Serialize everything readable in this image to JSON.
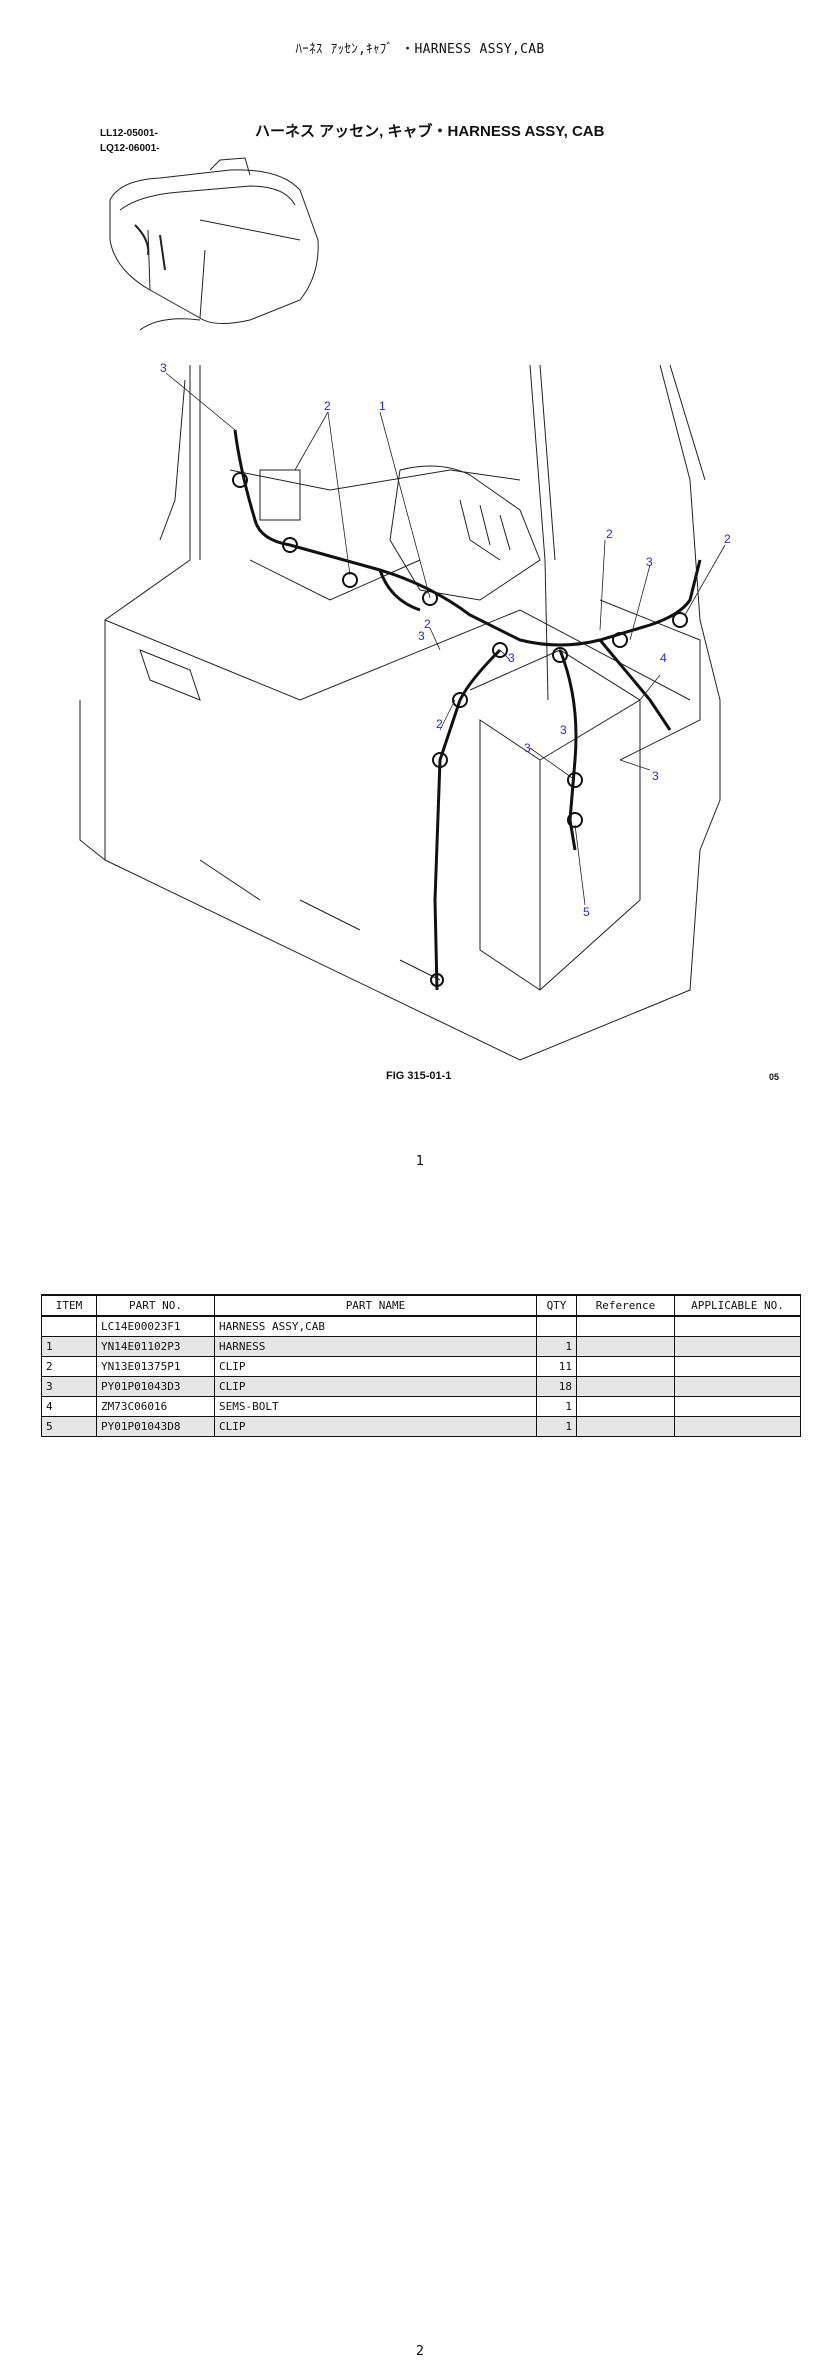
{
  "header": {
    "title": "ﾊｰﾈｽ ｱｯｾﾝ,ｷｬﾌﾞ ・HARNESS ASSY,CAB"
  },
  "figure": {
    "serials": [
      "LL12-05001-",
      "LQ12-06001-"
    ],
    "title": "ハーネス アッセン, キャブ・HARNESS ASSY, CAB",
    "fig_number": "FIG 315-01-1",
    "fig_suffix": "05",
    "callouts": [
      "1",
      "2",
      "2",
      "2",
      "2",
      "2",
      "3",
      "3",
      "3",
      "3",
      "3",
      "3",
      "3",
      "4",
      "5"
    ]
  },
  "page_numbers": {
    "first": "1",
    "second": "2"
  },
  "parts_table": {
    "headers": [
      "ITEM",
      "PART NO.",
      "PART NAME",
      "QTY",
      "Reference",
      "APPLICABLE NO."
    ],
    "rows": [
      {
        "item": "",
        "part_no": "LC14E00023F1",
        "name": "HARNESS ASSY,CAB",
        "qty": "",
        "reference": "",
        "applicable": ""
      },
      {
        "item": "1",
        "part_no": "YN14E01102P3",
        "name": "HARNESS",
        "qty": "1",
        "reference": "",
        "applicable": ""
      },
      {
        "item": "2",
        "part_no": "YN13E01375P1",
        "name": "CLIP",
        "qty": "11",
        "reference": "",
        "applicable": ""
      },
      {
        "item": "3",
        "part_no": "PY01P01043D3",
        "name": "CLIP",
        "qty": "18",
        "reference": "",
        "applicable": ""
      },
      {
        "item": "4",
        "part_no": "ZM73C06016",
        "name": "SEMS-BOLT",
        "qty": "1",
        "reference": "",
        "applicable": ""
      },
      {
        "item": "5",
        "part_no": "PY01P01043D8",
        "name": "CLIP",
        "qty": "1",
        "reference": "",
        "applicable": ""
      }
    ]
  }
}
